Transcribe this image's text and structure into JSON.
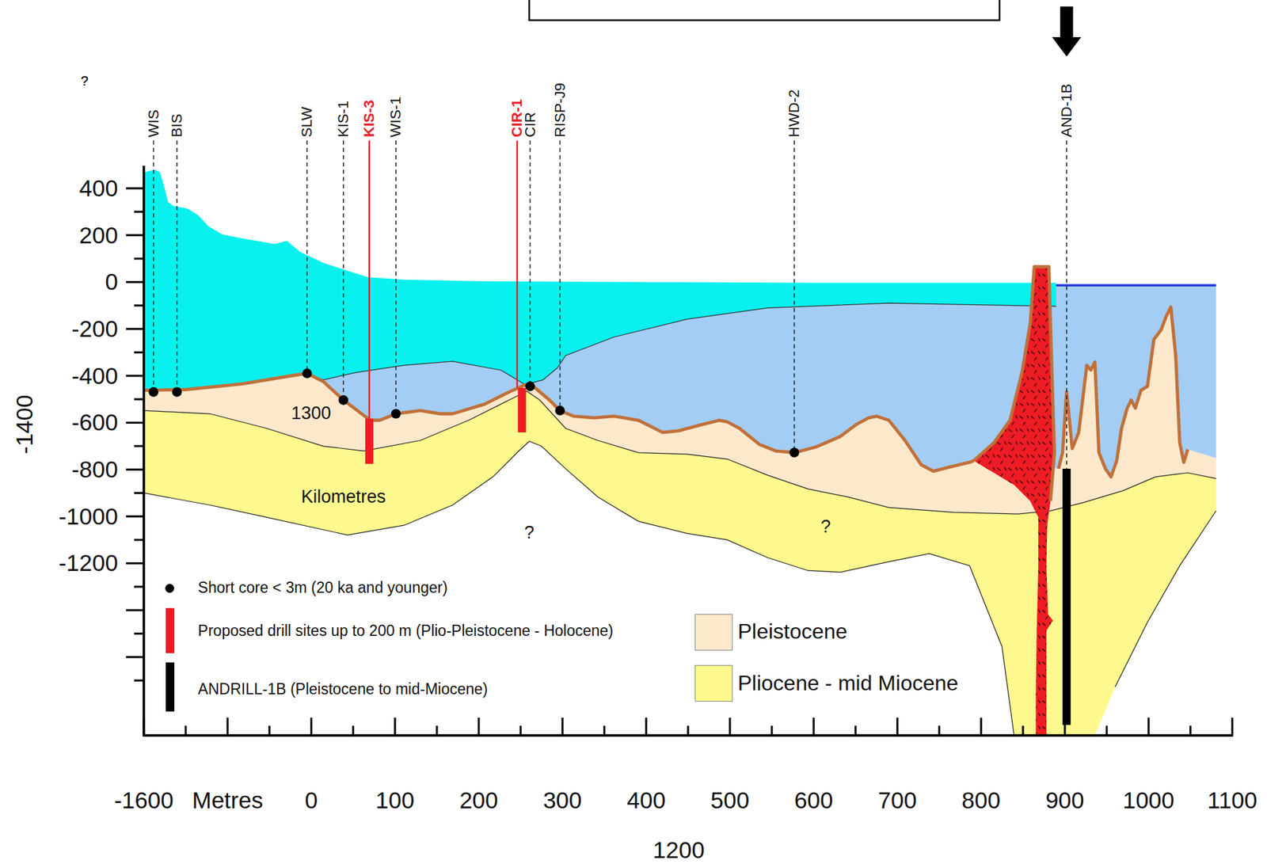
{
  "diagram": {
    "labels": [
      "WIS",
      "BIS",
      "SLW",
      "KIS-1",
      "KIS-3",
      "WIS-1",
      "CIR-1",
      "CIR",
      "RISP-J9",
      "HWD-2",
      "AND-1B",
      "400",
      "200",
      "0",
      "-200",
      "-400",
      "-600",
      "-800",
      "-1000",
      "-1200",
      "-1400",
      "-1600",
      "Metres",
      "0",
      "100",
      "200",
      "300",
      "400",
      "500",
      "600",
      "700",
      "800",
      "900",
      "1000",
      "1100",
      "1200",
      "1300",
      "Kilometres",
      "?",
      "?",
      "?",
      "?"
    ],
    "legend": [
      {
        "text": "Short core < 3m (20 ka and younger)"
      },
      {
        "text": "Proposed drill sites up to 200 m (Plio-Pleistocene - Holocene)",
        "color": "#ed1c24"
      },
      {
        "text": "ANDRILL-1B (Pleistocene to mid-Miocene)",
        "color": "#000000"
      },
      {
        "text": "Pleistocene",
        "color": "#fde8cc"
      },
      {
        "text": "Pliocene - mid Miocene",
        "color": "#fdf98e"
      }
    ]
  }
}
